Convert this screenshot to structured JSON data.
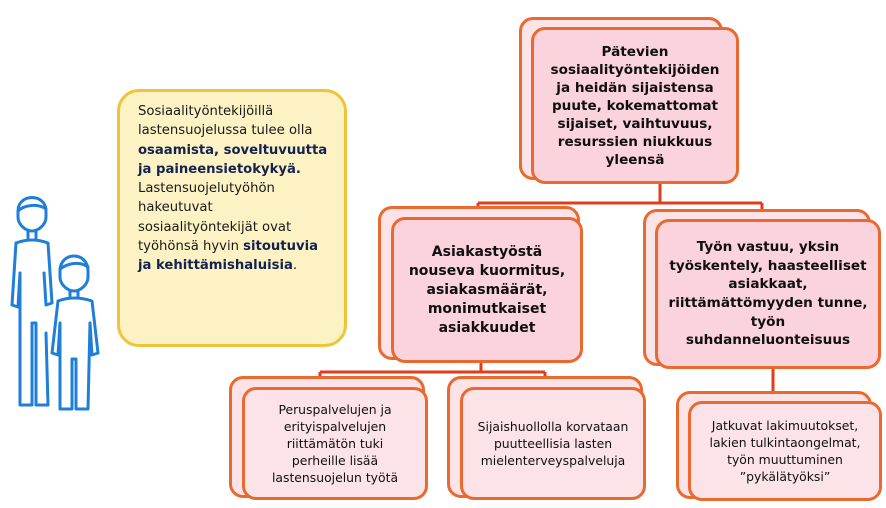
{
  "colors": {
    "box_fill": "#fbd3dc",
    "box_fill_light": "#fbe3e8",
    "box_border": "#e9692f",
    "connector": "#e23c1c",
    "callout_fill": "#fdf2c4",
    "callout_border": "#f0c338",
    "figure_stroke": "#1f7fd8",
    "emphasis_text": "#14224f"
  },
  "icons": {
    "figure": "parent-and-child-figure-icon"
  },
  "callout": {
    "line1": "Sosiaalityöntekijöillä lastensuojelussa tulee olla",
    "bold1": "osaamista, soveltuvuutta ja paineensietokykyä.",
    "line2": "Lastensuojelutyöhön hakeutuvat sosiaalityöntekijät ovat työhönsä hyvin",
    "bold2": "sitoutuvia ja kehittämishaluisia",
    "end": "."
  },
  "nodes": {
    "root": "Pätevien sosiaalityöntekijöiden ja heidän sijaistensa puute, kokemattomat sijaiset, vaihtuvuus, resurssien niukkuus yleensä",
    "left": "Asiakastyöstä nouseva kuormitus, asiakasmäärät, monimutkaiset asiakkuudet",
    "right": "Työn vastuu, yksin työskentely, haasteelliset asiakkaat, riittämättömyyden tunne, työn suhdanneluonteisuus",
    "leaf1": "Peruspalvelujen ja erityispalvelujen riittämätön tuki perheille lisää lastensuojelun työtä",
    "leaf2": "Sijaishuollolla korvataan puutteellisia lasten mielenterveyspalveluja",
    "leaf3": "Jatkuvat lakimuutokset, lakien tulkintaongelmat, työn muuttuminen ”pykälätyöksi”"
  }
}
